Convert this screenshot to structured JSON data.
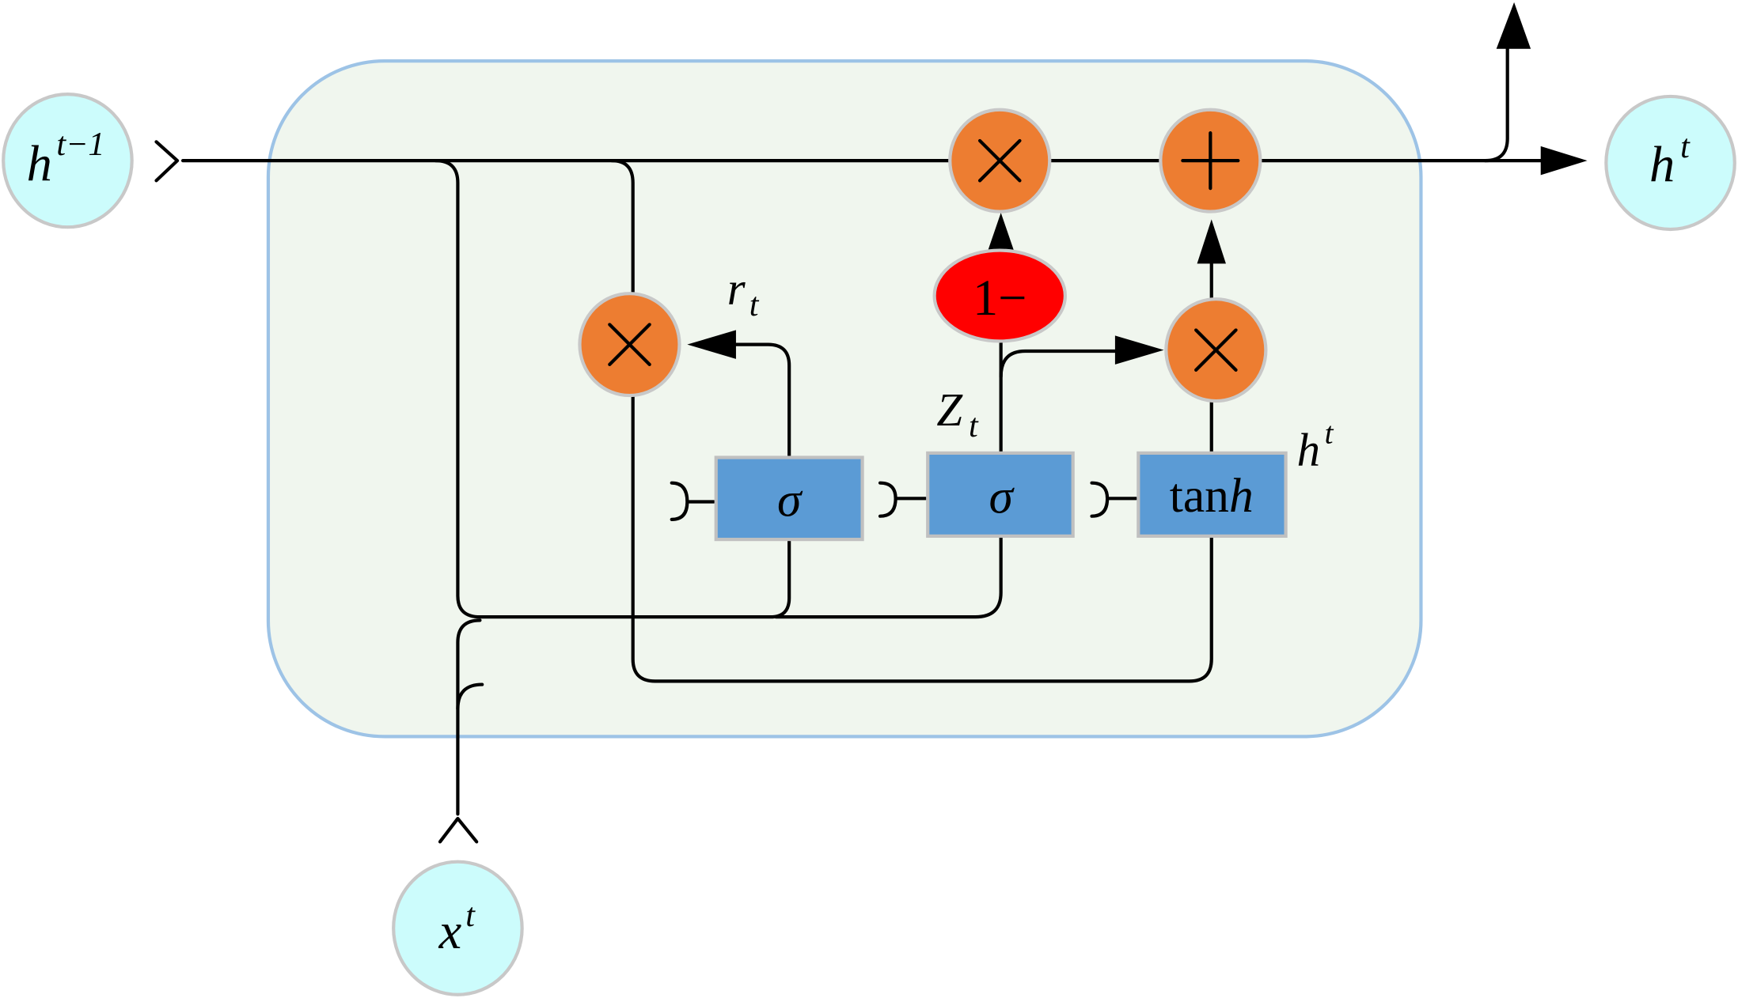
{
  "nodes": {
    "h_prev": {
      "base": "h",
      "sup": "t−1"
    },
    "h_out": {
      "base": "h",
      "sup": "t"
    },
    "x_in": {
      "base": "x",
      "sup": "t"
    }
  },
  "operators": {
    "top_multiply": "multiply",
    "top_add": "add",
    "mid_multiply": "multiply",
    "reset_multiply": "multiply",
    "one_minus": "1−"
  },
  "gates": {
    "reset_gate": "σ",
    "update_gate": "σ",
    "candidate": {
      "plain": "tan",
      "italic": "h"
    }
  },
  "labels": {
    "reset": {
      "base": "r",
      "sub": "t"
    },
    "update": {
      "base": "Z",
      "sub": "t"
    },
    "candidate": {
      "base": "h",
      "sup": "t"
    }
  },
  "colors": {
    "cell_fill": "#f0f6ee",
    "cell_border": "#9dc3e6",
    "io_node": "#ccfcfc",
    "operator": "#ed7d31",
    "one_minus": "#ff0000",
    "gate_box": "#5b9bd5"
  }
}
